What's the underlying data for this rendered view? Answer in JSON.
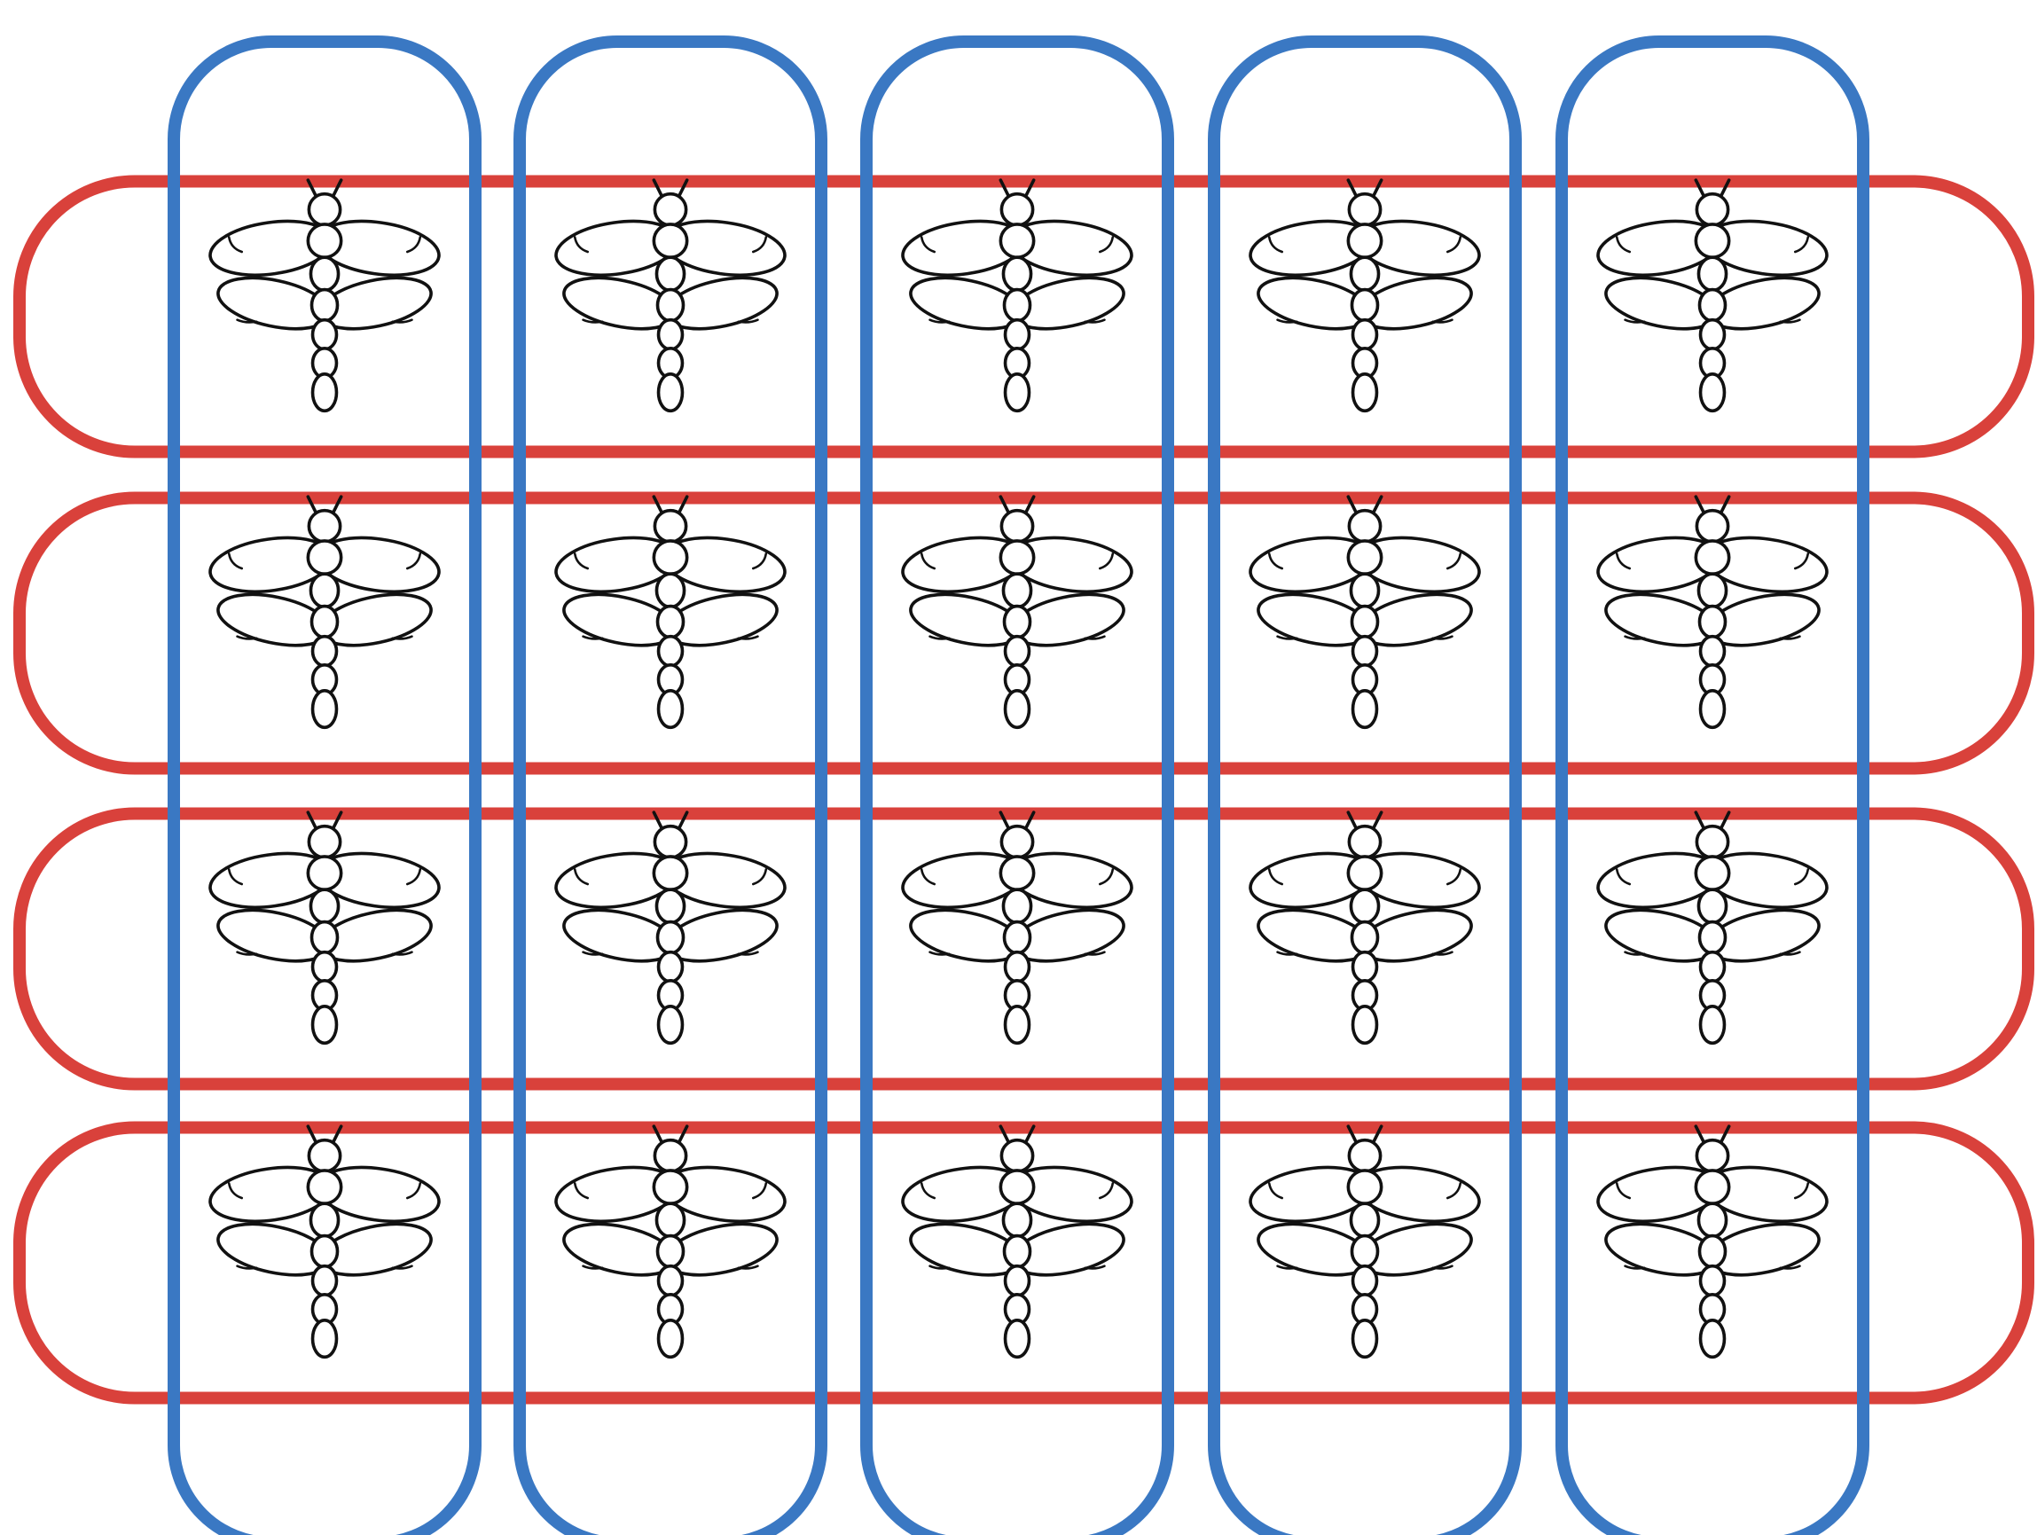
{
  "diagram": {
    "kind": "array-grouping",
    "item": "dragonfly-icon",
    "rows": 4,
    "columns": 5,
    "row_group_color": "#d9413b",
    "column_group_color": "#3a78c3",
    "icon_stroke_color": "#111111",
    "background": "#ffffff"
  }
}
